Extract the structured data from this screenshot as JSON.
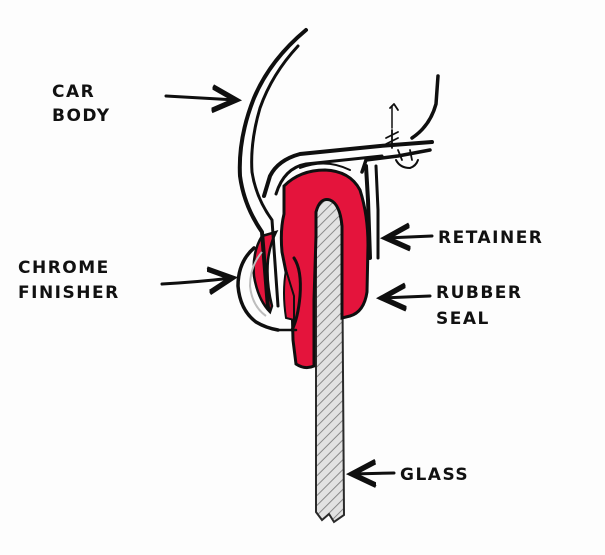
{
  "labels": {
    "car_body_line1": "CAR",
    "car_body_line2": "BODY",
    "retainer": "RETAINER",
    "chrome_line1": "CHROME",
    "chrome_line2": "FINISHER",
    "rubber_line1": "RUBBER",
    "rubber_line2": "SEAL",
    "glass": "GLASS"
  },
  "colors": {
    "rubber_seal": "#e4143c",
    "glass_fill": "#d9d9d9",
    "glass_hatch": "#8a8a8a",
    "ink": "#0f0f0f",
    "chrome": "#bdbdbd"
  }
}
